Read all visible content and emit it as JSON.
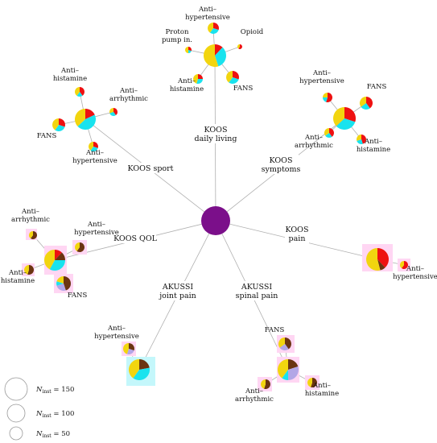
{
  "colors": {
    "hub": "#7b0f8a",
    "red": "#ee1111",
    "yellow": "#f2d50f",
    "cyan": "#19e3ee",
    "brown": "#6b3410",
    "lavender": "#b3a6e6",
    "highlight": "#ffd6f3",
    "highlight_cyan": "#c4f7fb",
    "edge": "#b0b0b0"
  },
  "branches": {
    "daily": {
      "line1": "KOOS",
      "line2": "daily living"
    },
    "sport": {
      "line1": "KOOS sport"
    },
    "symptoms": {
      "line1": "KOOS",
      "line2": "symptoms"
    },
    "qol": {
      "line1": "KOOS QOL"
    },
    "pain": {
      "line1": "KOOS",
      "line2": "pain"
    },
    "joint": {
      "line1": "AKUSSI",
      "line2": "joint pain"
    },
    "spinal": {
      "line1": "AKUSSI",
      "line2": "spinal pain"
    }
  },
  "drugs": {
    "daily_antihyp": {
      "line1": "Anti–",
      "line2": "hypertensive"
    },
    "daily_ppi": {
      "line1": "Proton",
      "line2": "pump in."
    },
    "daily_opioid": {
      "line1": "Opioid"
    },
    "daily_antihist": {
      "line1": "Anti–",
      "line2": "histamine"
    },
    "daily_fans": {
      "line1": "FANS"
    },
    "sport_antihist": {
      "line1": "Anti–",
      "line2": "histamine"
    },
    "sport_antiarr": {
      "line1": "Anti–",
      "line2": "arrhythmic"
    },
    "sport_fans": {
      "line1": "FANS"
    },
    "sport_antihyp": {
      "line1": "Anti–",
      "line2": "hypertensive"
    },
    "sym_antihyp": {
      "line1": "Anti–",
      "line2": "hypertensive"
    },
    "sym_fans": {
      "line1": "FANS"
    },
    "sym_antiarr": {
      "line1": "Anti–",
      "line2": "arrhythmic"
    },
    "sym_antihist": {
      "line1": "Anti–",
      "line2": "histamine"
    },
    "qol_antiarr": {
      "line1": "Anti–",
      "line2": "arrhythmic"
    },
    "qol_antihyp": {
      "line1": "Anti–",
      "line2": "hypertensive"
    },
    "qol_antihist": {
      "line1": "Anti–",
      "line2": "histamine"
    },
    "qol_fans": {
      "line1": "FANS"
    },
    "pain_antihyp": {
      "line1": "Anti–",
      "line2": "hypertensive"
    },
    "joint_antihyp": {
      "line1": "Anti–",
      "line2": "hypertensive"
    },
    "spinal_fans": {
      "line1": "FANS"
    },
    "spinal_antiarr": {
      "line1": "Anti–",
      "line2": "arrhythmic"
    },
    "spinal_antihist": {
      "line1": "Anti–",
      "line2": "histamine"
    }
  },
  "legend": [
    {
      "symbol": "N",
      "subscript": "inst",
      "text": " = 150",
      "n": 150
    },
    {
      "symbol": "N",
      "subscript": "inst",
      "text": " = 100",
      "n": 100
    },
    {
      "symbol": "N",
      "subscript": "inst",
      "text": " = 50",
      "n": 50
    }
  ]
}
